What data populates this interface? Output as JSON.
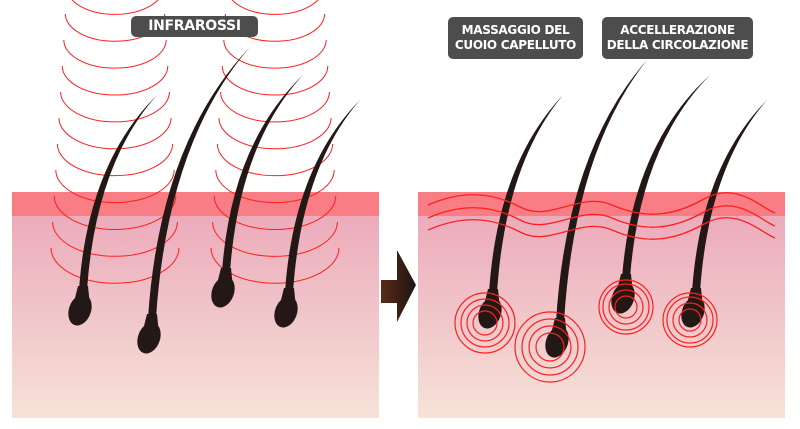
{
  "labels": {
    "infrared": "INFRAROSSI",
    "massage_line1": "MASSAGGIO DEL",
    "massage_line2": "CUOIO CAPELLUTO",
    "circulation_line1": "ACCELLERAZIONE",
    "circulation_line2": "DELLA CIRCOLAZIONE"
  },
  "colors": {
    "label_bg": "#4d4d4d",
    "epidermis": "#f87d84",
    "dermis_top": "#ecabbb",
    "dermis_bottom": "#f6e2d8",
    "hair": "#231815",
    "waves": "#ff1e1e"
  }
}
